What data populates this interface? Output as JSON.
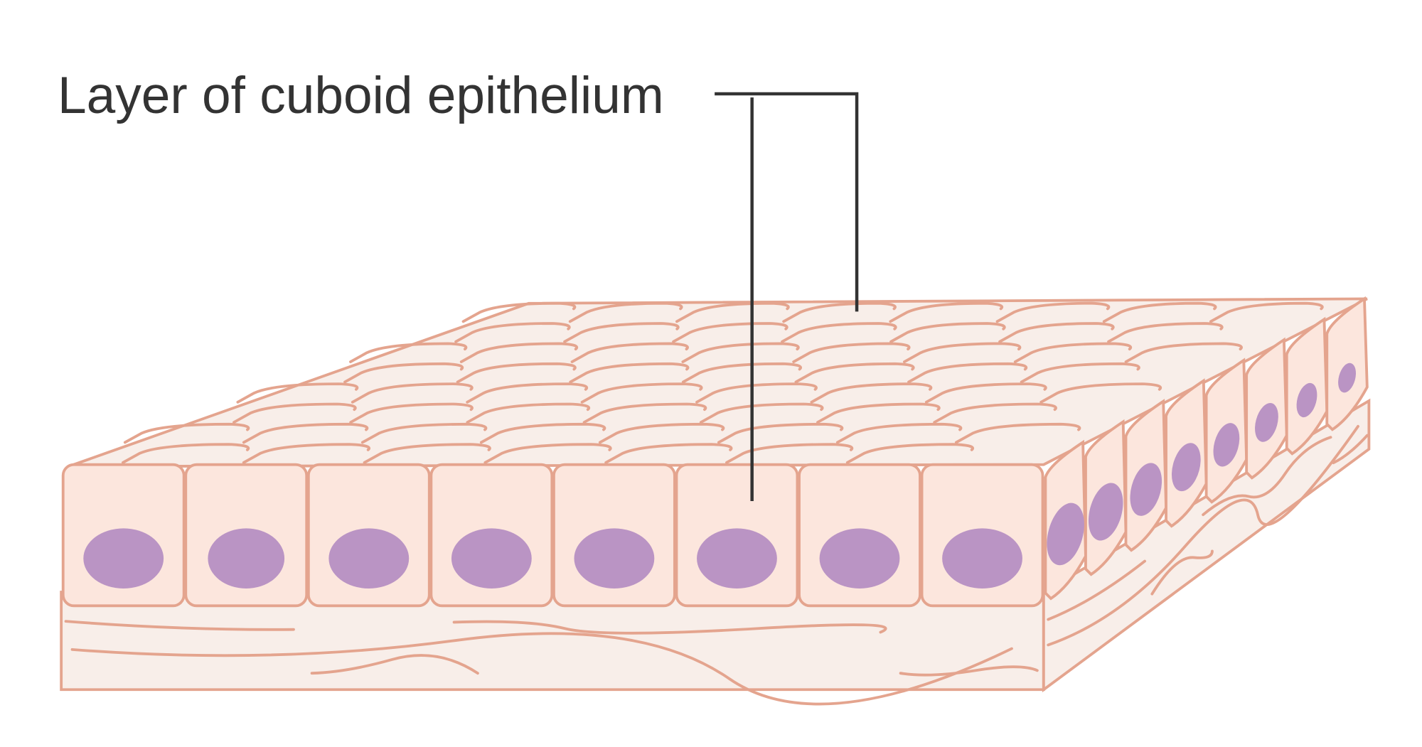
{
  "label": {
    "text": "Layer of cuboid epithelium"
  },
  "colors": {
    "cell_fill": "#fce6dd",
    "tissue_fill": "#f8eee9",
    "outline": "#e4a48e",
    "nucleus": "#ba94c4",
    "leader": "#333333"
  },
  "diagram": {
    "front_cells": 8,
    "side_cells": 8,
    "top_rows": 8
  }
}
